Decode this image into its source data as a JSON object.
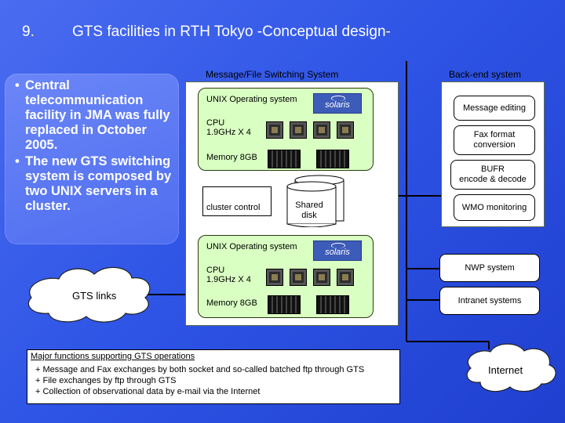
{
  "title": {
    "number": "9.",
    "text": "GTS facilities in RTH Tokyo -Conceptual design-"
  },
  "intro": [
    "Central telecommunication facility in JMA was fully replaced in October 2005.",
    "The new GTS switching system is composed by two UNIX servers in a cluster."
  ],
  "switching_system": {
    "label": "Message/File Switching System",
    "server1": {
      "os": "UNIX Operating system",
      "cpu": "CPU\n1.9GHz X 4",
      "memory": "Memory 8GB"
    },
    "server2": {
      "os": "UNIX Operating system",
      "cpu": "CPU\n1.9GHz X 4",
      "memory": "Memory 8GB"
    },
    "logo": "solaris",
    "cluster_control": "cluster control",
    "shared_disk": "Shared\ndisk"
  },
  "backend": {
    "label": "Back-end system",
    "items": [
      "Message editing",
      "Fax format\nconversion",
      "BUFR\nencode & decode",
      "WMO monitoring"
    ]
  },
  "external": {
    "nwp": "NWP system",
    "intranet": "Intranet systems",
    "gts_links": "GTS links",
    "internet": "Internet"
  },
  "functions": {
    "heading": "Major functions supporting GTS operations",
    "items": [
      "+ Message and Fax exchanges by both socket and so-called batched ftp through GTS",
      "+ File exchanges by ftp through GTS",
      "+ Collection of observational data by e-mail via the Internet"
    ]
  },
  "colors": {
    "background": "#2f55e6",
    "server_fill": "#d9ffc2",
    "text_white": "#ffffff"
  }
}
